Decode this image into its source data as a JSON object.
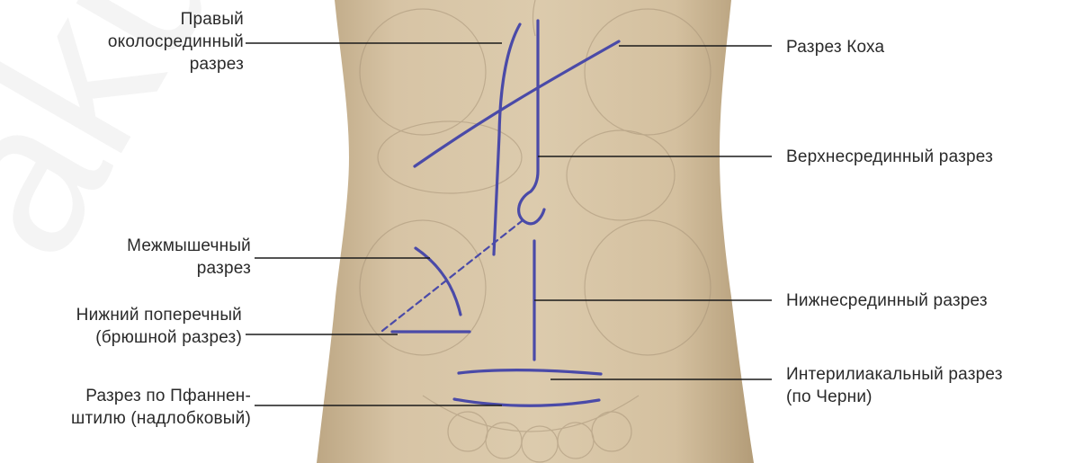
{
  "labels": {
    "right_paramedian": "Правый\nоколосрединный\nразрез",
    "kocher": "Разрез Коха",
    "upper_midline": "Верхнесрединный разрез",
    "intermuscular": "Межмышечный\nразрез",
    "lower_transverse": "Нижний поперечный\n(брюшной разрез)",
    "lower_midline": "Нижнесрединный разрез",
    "pfannenstiel": "Разрез по Пфаннен-\nштилю (надлобковый)",
    "interiliac": "Интерилиакальный разрез\n(по Черни)"
  },
  "watermark": "aku",
  "colors": {
    "incision": "#4a4aa8",
    "skin": "#d6c3a4",
    "leader": "#1a1a1a",
    "anatomy": "#a89478",
    "watermark": "#e6e6e6"
  }
}
